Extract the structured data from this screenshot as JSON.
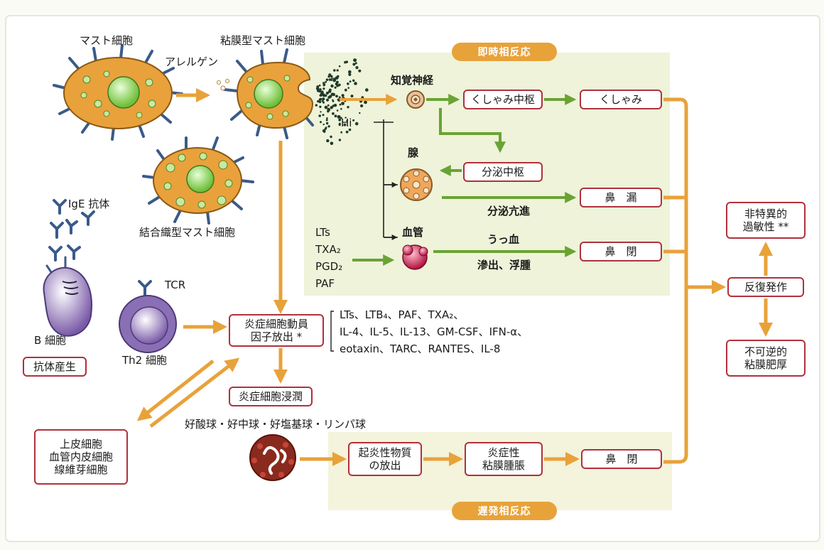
{
  "headers": {
    "immediate": "即時相反応",
    "late": "遅発相反応"
  },
  "cells": {
    "mast": "マスト細胞",
    "mucosal_mast": "粘膜型マスト細胞",
    "allergen": "アレルゲン",
    "connective_mast": "結合織型マスト細胞",
    "ige": "IgE 抗体",
    "bcell": "B 細胞",
    "tcr": "TCR",
    "th2": "Th2 細胞",
    "hi": "Hi",
    "sensory": "知覚神経",
    "gland": "腺",
    "vessel": "血管"
  },
  "mediators": [
    "LTs",
    "TXA₂",
    "PGD₂",
    "PAF"
  ],
  "boxes": {
    "antibody": "抗体産生",
    "sneeze_center": "くしゃみ中枢",
    "sneeze": "くしゃみ",
    "secretion_center": "分泌中枢",
    "rhinorrhea": "鼻　漏",
    "obstruction1": "鼻　閉",
    "inflam_factor": "炎症細胞動員\n因子放出 *",
    "infiltration": "炎症細胞浸潤",
    "epithelial": "上皮細胞\n血管内皮細胞\n線維芽細胞",
    "release": "起炎性物質\nの放出",
    "swelling": "炎症性\n粘膜腫脹",
    "obstruction2": "鼻　閉",
    "hyper": "非特異的\n過敏性 **",
    "recurrence": "反復発作",
    "irreversible": "不可逆的\n粘膜肥厚"
  },
  "labels": {
    "secretion_up": "分泌亢進",
    "congestion": "うっ血",
    "exudation": "滲出、浮腫",
    "granulocytes": "好酸球・好中球・好塩基球・リンパ球"
  },
  "factor_list": [
    "LTs、LTB₄、PAF、TXA₂、",
    "IL-4、IL-5、IL-13、GM-CSF、IFN-α、",
    "eotaxin、TARC、RANTES、IL-8"
  ],
  "colors": {
    "orange_arrow": "#e8a23a",
    "green_arrow": "#6aa334",
    "box_border": "#b0313c",
    "panel": "#eef3d9",
    "late_panel": "#f4f3dc",
    "mast_fill": "#e9a13c",
    "granule": "#8bc34a",
    "cell_purple": "#8a6fb4"
  }
}
